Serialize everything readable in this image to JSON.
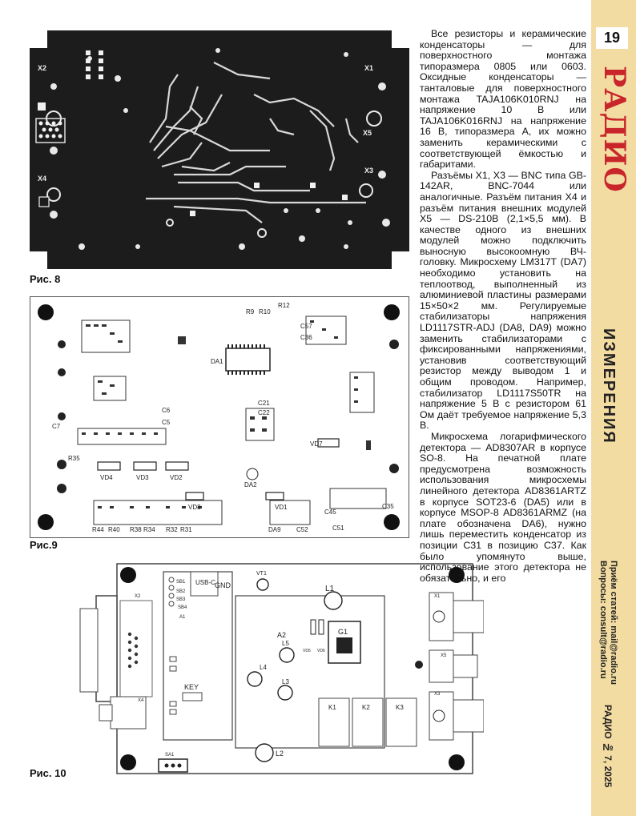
{
  "figures": {
    "fig8": {
      "caption": "Рис. 8",
      "labels": {
        "x1": "X1",
        "x2": "X2",
        "x3": "X3",
        "x4": "X4",
        "x5": "X5"
      }
    },
    "fig9": {
      "caption": "Рис.9",
      "labels": {
        "da1": "DA1",
        "vd7": "VD7",
        "vd4": "VD4",
        "vd3": "VD3",
        "vd2": "VD2",
        "vd1": "VD1",
        "vd8": "VD8",
        "da9": "DA9",
        "c52": "C52",
        "c51": "C51",
        "c35": "C35",
        "c45": "C45",
        "c7": "C7",
        "c6": "C6",
        "c5": "C5",
        "r35": "R35",
        "r44": "R44",
        "r40": "R40",
        "r38": "R38",
        "r34": "R34",
        "r32": "R32",
        "r31": "R31",
        "da2": "DA2",
        "c21": "C21",
        "c22": "C22",
        "r9": "R9",
        "r10": "R10",
        "r12": "R12",
        "c57": "C57",
        "c36": "C36"
      }
    },
    "fig10": {
      "caption": "Рис. 10",
      "labels": {
        "usb": "USB-C",
        "gnd": "GND",
        "vt1": "VT1",
        "l1": "L1",
        "a2": "A2",
        "g1": "G1",
        "l4": "L4",
        "l5": "L5",
        "l3": "L3",
        "l2": "L2",
        "key": "KEY",
        "k1": "K1",
        "k2": "K2",
        "k3": "K3",
        "x1": "X1",
        "x2": "X2",
        "x3": "X3",
        "x4": "X4",
        "x5": "X5",
        "sb4": "SB4",
        "sb3": "SB3",
        "sb2": "SB2",
        "sb1": "SB1",
        "a1": "A1",
        "vd5": "VD5",
        "vd6": "VD6",
        "xs7": "SA1"
      }
    }
  },
  "article": {
    "p1": "Все резисторы и керамические конденсаторы — для поверхностного монтажа типоразмера 0805 или 0603. Оксидные конденсаторы — танталовые для поверхностного монтажа TAJA106K010RNJ на напряжение 10 В или TAJA106K016RNJ на напряжение 16 В, типоразмера А, их можно заменить керамическими с соответствующей ёмкостью и габаритами.",
    "p2": "Разъёмы X1, X3 — BNC типа GB-142AR, BNC-7044 или аналогичные. Разъём питания X4 и разъём питания внешних модулей X5 — DS-210B (2,1×5,5 мм). В качестве одного из внешних модулей можно подключить выносную высокоомную ВЧ-головку. Микросхему LM317T (DA7) необходимо установить на теплоотвод, выполненный из алюминиевой пластины размерами 15×50×2 мм. Регулируемые стабилизаторы напряжения LD1117STR-ADJ (DA8, DA9) можно заменить стабилизаторами с фиксированными напряжениями, установив соответствующий резистор между выводом 1 и общим проводом. Например, стабилизатор LD1117S50TR на напряжение 5 В с резистором 61 Ом даёт требуемое напряжение 5,3 В.",
    "p3": "Микросхема логарифмического детектора — AD8307AR в корпусе SO-8. На печатной плате предусмотрена возможность использования микросхемы линейного детектора AD8361ARTZ в корпусе SOT23-6 (DA5) или в корпусе MSOP-8 AD8361ARMZ (на плате обозначена DA6), нужно лишь переместить конденсатор из позиции С31 в позицию С37. Как было упомянуто выше, использование этого детектора не обязательно, и его"
  },
  "sidebar": {
    "page_number": "19",
    "logo": "РАДИО",
    "section": "ИЗМЕРЕНИЯ",
    "contacts_line1": "Приём статей: mail@radio.ru",
    "contacts_line2": "Вопросы: consult@radio.ru",
    "issue": "РАДИО № 7, 2025",
    "colors": {
      "band": "#f3dca2",
      "logo": "#c8262b"
    }
  }
}
